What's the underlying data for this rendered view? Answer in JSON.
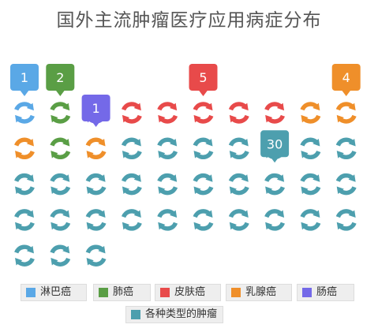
{
  "title": "国外主流肿瘤医疗应用病症分布",
  "chart_data": {
    "type": "pictogram",
    "title": "国外主流肿瘤医疗应用病症分布",
    "series": [
      {
        "name": "淋巴癌",
        "value": 1,
        "color": "#5aa8e6"
      },
      {
        "name": "肺癌",
        "value": 2,
        "color": "#5a9e45"
      },
      {
        "name": "肠癌",
        "value": 1,
        "color": "#7469e8"
      },
      {
        "name": "皮肤癌",
        "value": 5,
        "color": "#e84a4a"
      },
      {
        "name": "乳腺癌",
        "value": 4,
        "color": "#ef8f2a"
      },
      {
        "name": "各种类型的肿瘤",
        "value": 30,
        "color": "#4d9fae"
      }
    ],
    "legend": [
      {
        "name": "淋巴癌",
        "color": "#5aa8e6"
      },
      {
        "name": "肺癌",
        "color": "#5a9e45"
      },
      {
        "name": "皮肤癌",
        "color": "#e84a4a"
      },
      {
        "name": "乳腺癌",
        "color": "#ef8f2a"
      },
      {
        "name": "肠癌",
        "color": "#7469e8"
      },
      {
        "name": "各种类型的肿瘤",
        "color": "#4d9fae"
      }
    ],
    "legend_position": "bottom"
  }
}
